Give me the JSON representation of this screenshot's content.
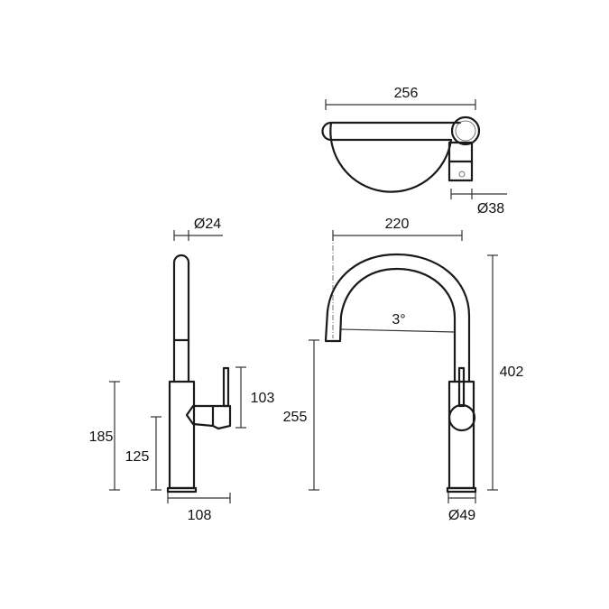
{
  "dimensions": {
    "top_width": "256",
    "top_diameter": "Ø38",
    "side_tube_diameter": "Ø24",
    "side_lever_height": "103",
    "side_total_body": "185",
    "side_handle_height": "125",
    "side_depth": "108",
    "front_reach": "220",
    "front_angle": "3°",
    "front_total_height": "402",
    "front_spout_height": "255",
    "front_base_diameter": "Ø49"
  },
  "colors": {
    "line": "#1a1a1a",
    "background": "#ffffff"
  }
}
